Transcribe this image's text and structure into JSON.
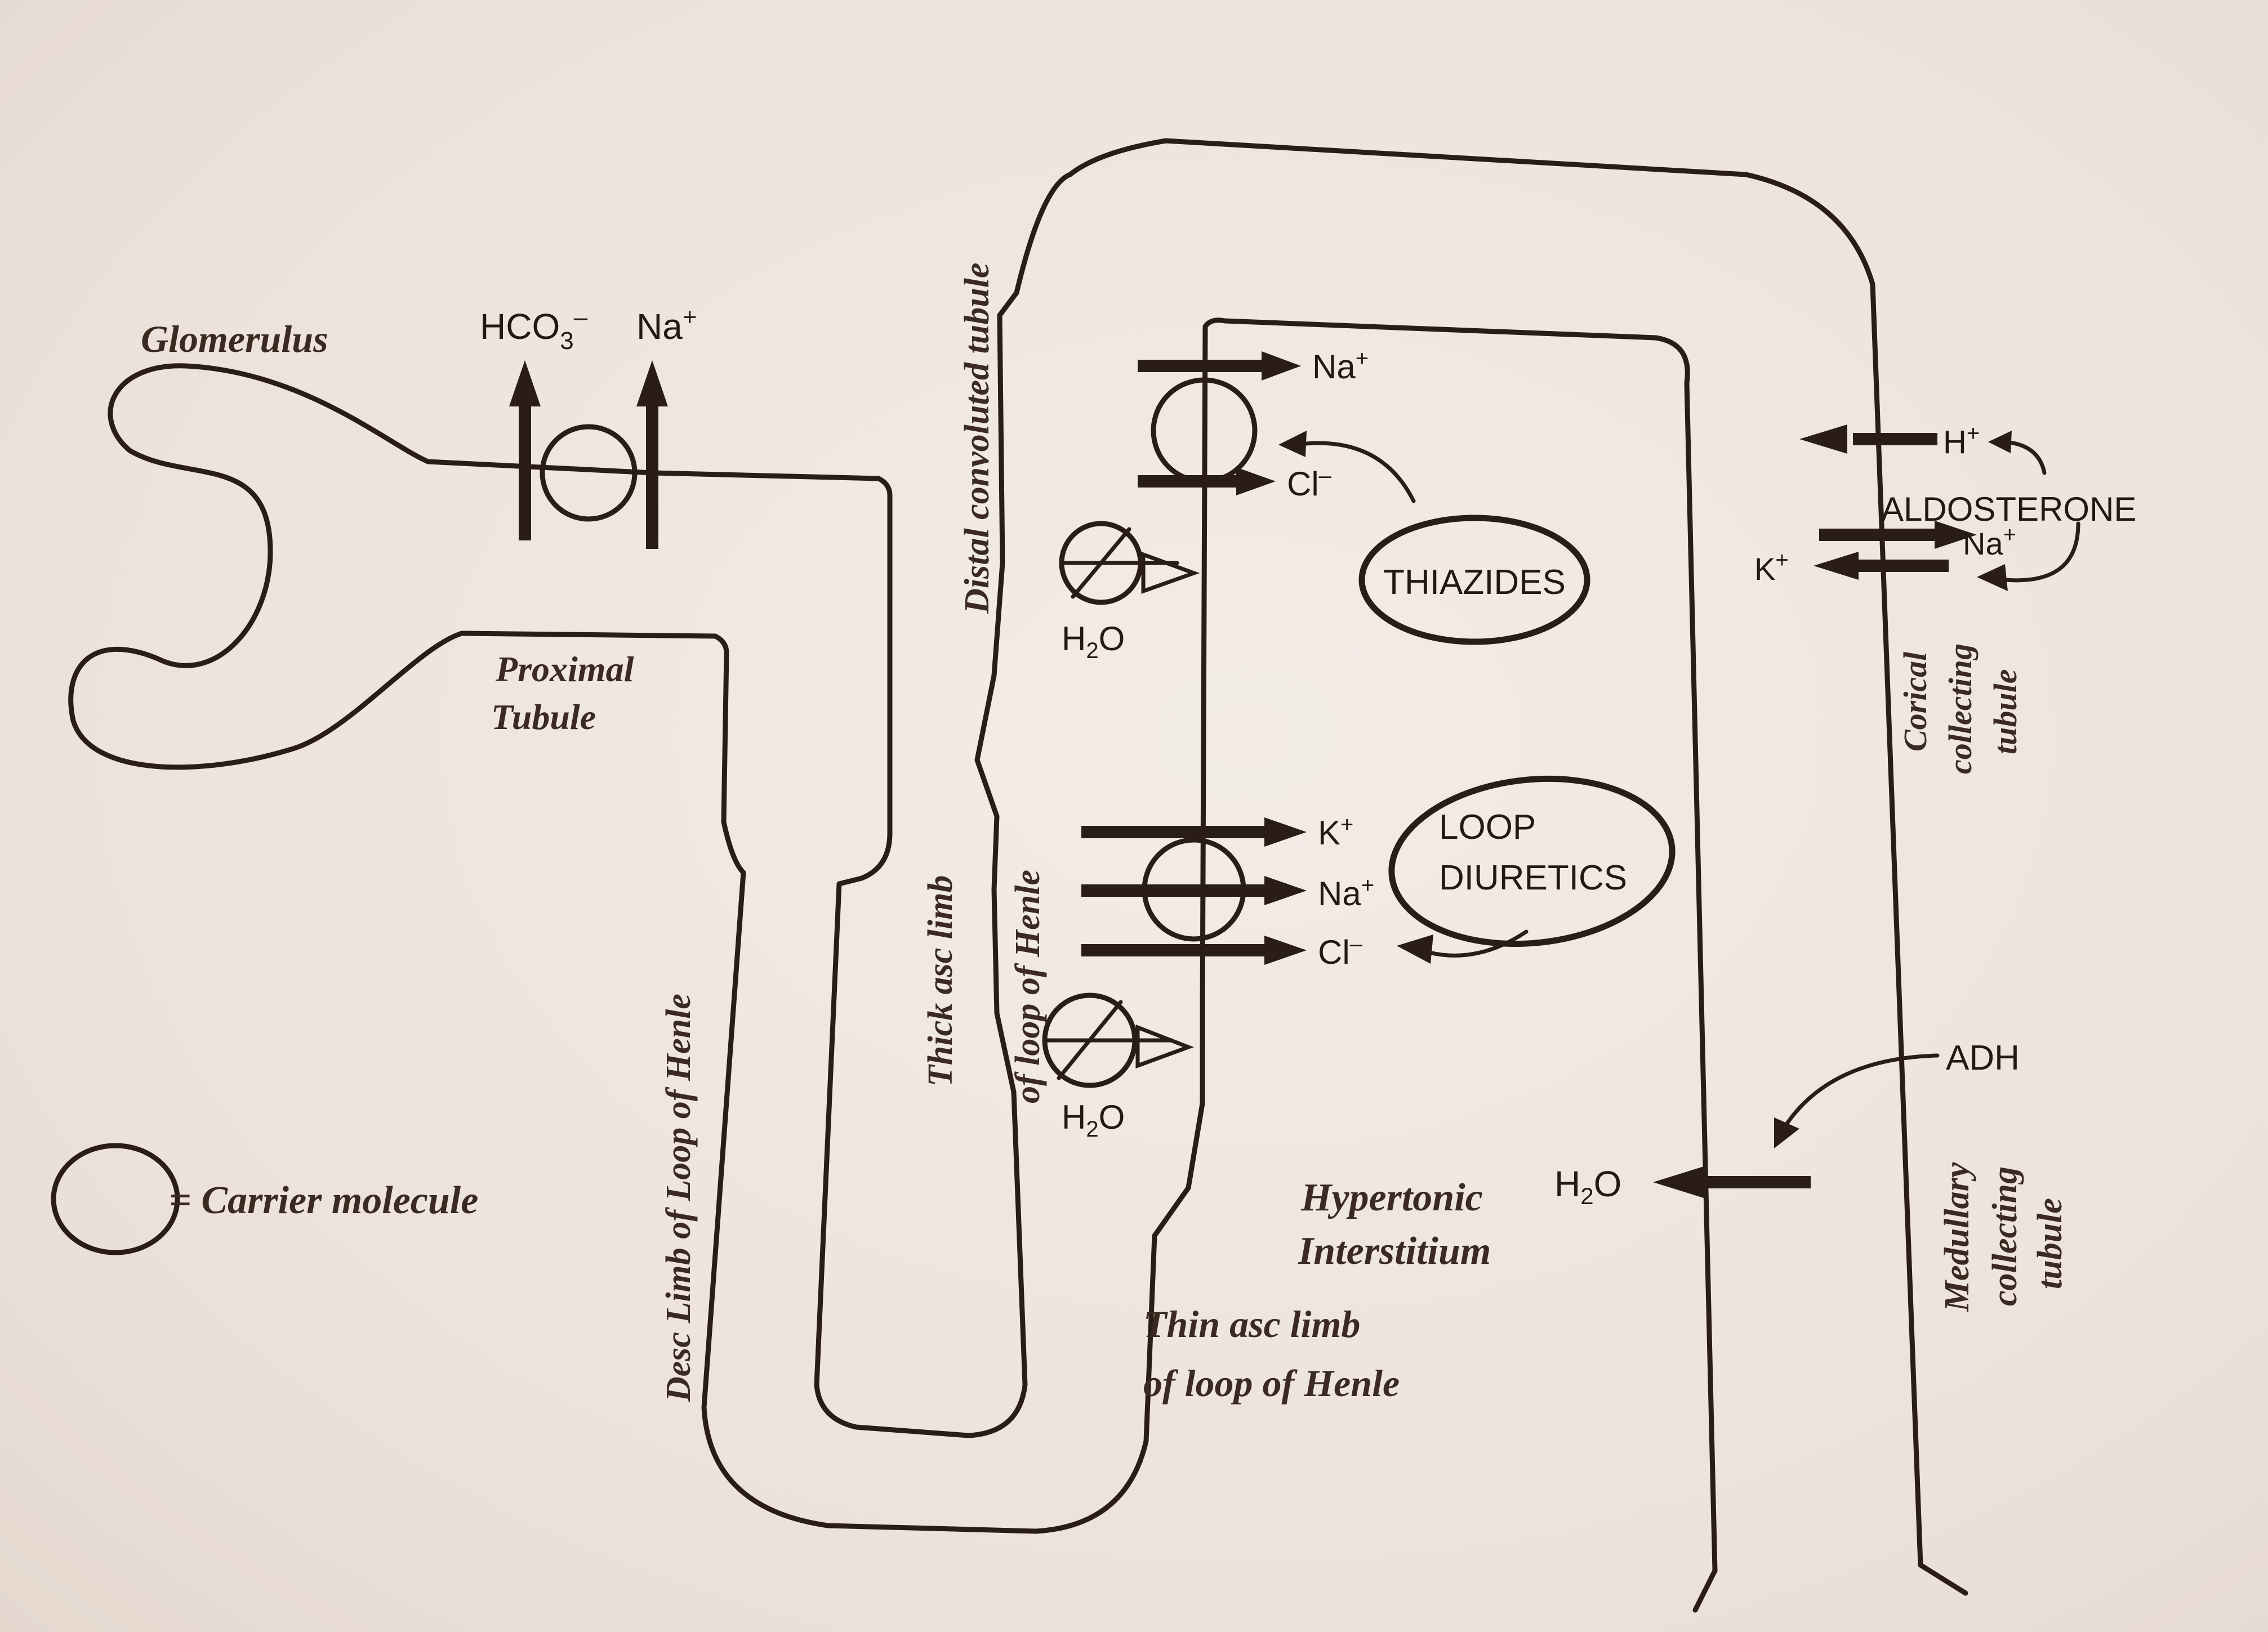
{
  "labels": {
    "glomerulus": "Glomerulus",
    "proximal_1": "Proximal",
    "proximal_2": "Tubule",
    "desc_limb": "Desc Limb of Loop of Henle",
    "thick_1": "Thick asc limb",
    "thick_2": "of loop of Henle",
    "thin_1": "Thin asc limb",
    "thin_2": "of loop of Henle",
    "distal": "Distal convoluted tubule",
    "hypertonic_1": "Hypertonic",
    "hypertonic_2": "Interstitium",
    "cortical_1": "Corical",
    "cortical_2": "collecting",
    "cortical_3": "tubule",
    "medullary_1": "Medullary",
    "medullary_2": "collecting",
    "medullary_3": "tubule",
    "legend": "= Carrier molecule"
  },
  "ions": {
    "hco3_base": "HCO",
    "hco3_sub": "3",
    "hco3_sup": "–",
    "na_base": "Na",
    "plus": "+",
    "k_base": "K",
    "h_base": "H",
    "cl_base": "Cl",
    "minus": "–",
    "h2o_h": "H",
    "h2o_sub": "2",
    "h2o_o": "O"
  },
  "drugs": {
    "thiazides": "THIAZIDES",
    "loop_1": "LOOP",
    "loop_2": "DIURETICS"
  },
  "hormones": {
    "aldosterone": "ALDOSTERONE",
    "adh": "ADH"
  }
}
